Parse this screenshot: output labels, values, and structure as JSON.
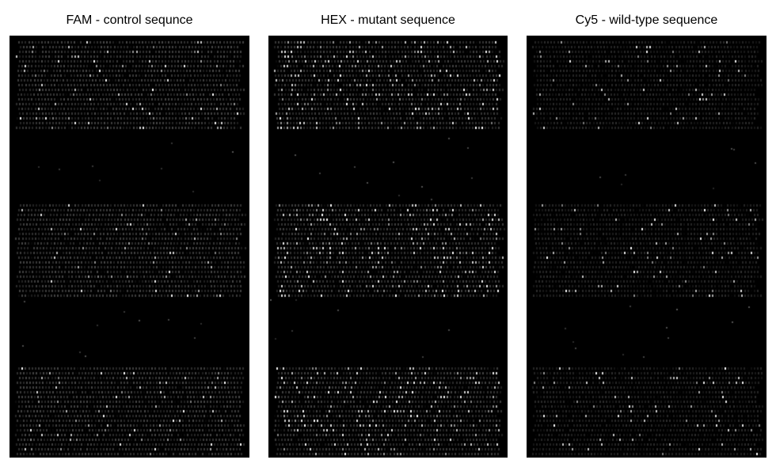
{
  "figure": {
    "panels": [
      {
        "title": "FAM - control sequnce",
        "channel": "FAM",
        "description_level": "medium",
        "bright_fraction": 0.05
      },
      {
        "title": "HEX - mutant sequence",
        "channel": "HEX",
        "description_level": "high",
        "bright_fraction": 0.18
      },
      {
        "title": "Cy5 - wild-type sequence",
        "channel": "Cy5",
        "description_level": "low",
        "bright_fraction": 0.06
      }
    ],
    "background_color": "#000000",
    "spot_color": "#ffffff",
    "array_blocks": 3
  }
}
